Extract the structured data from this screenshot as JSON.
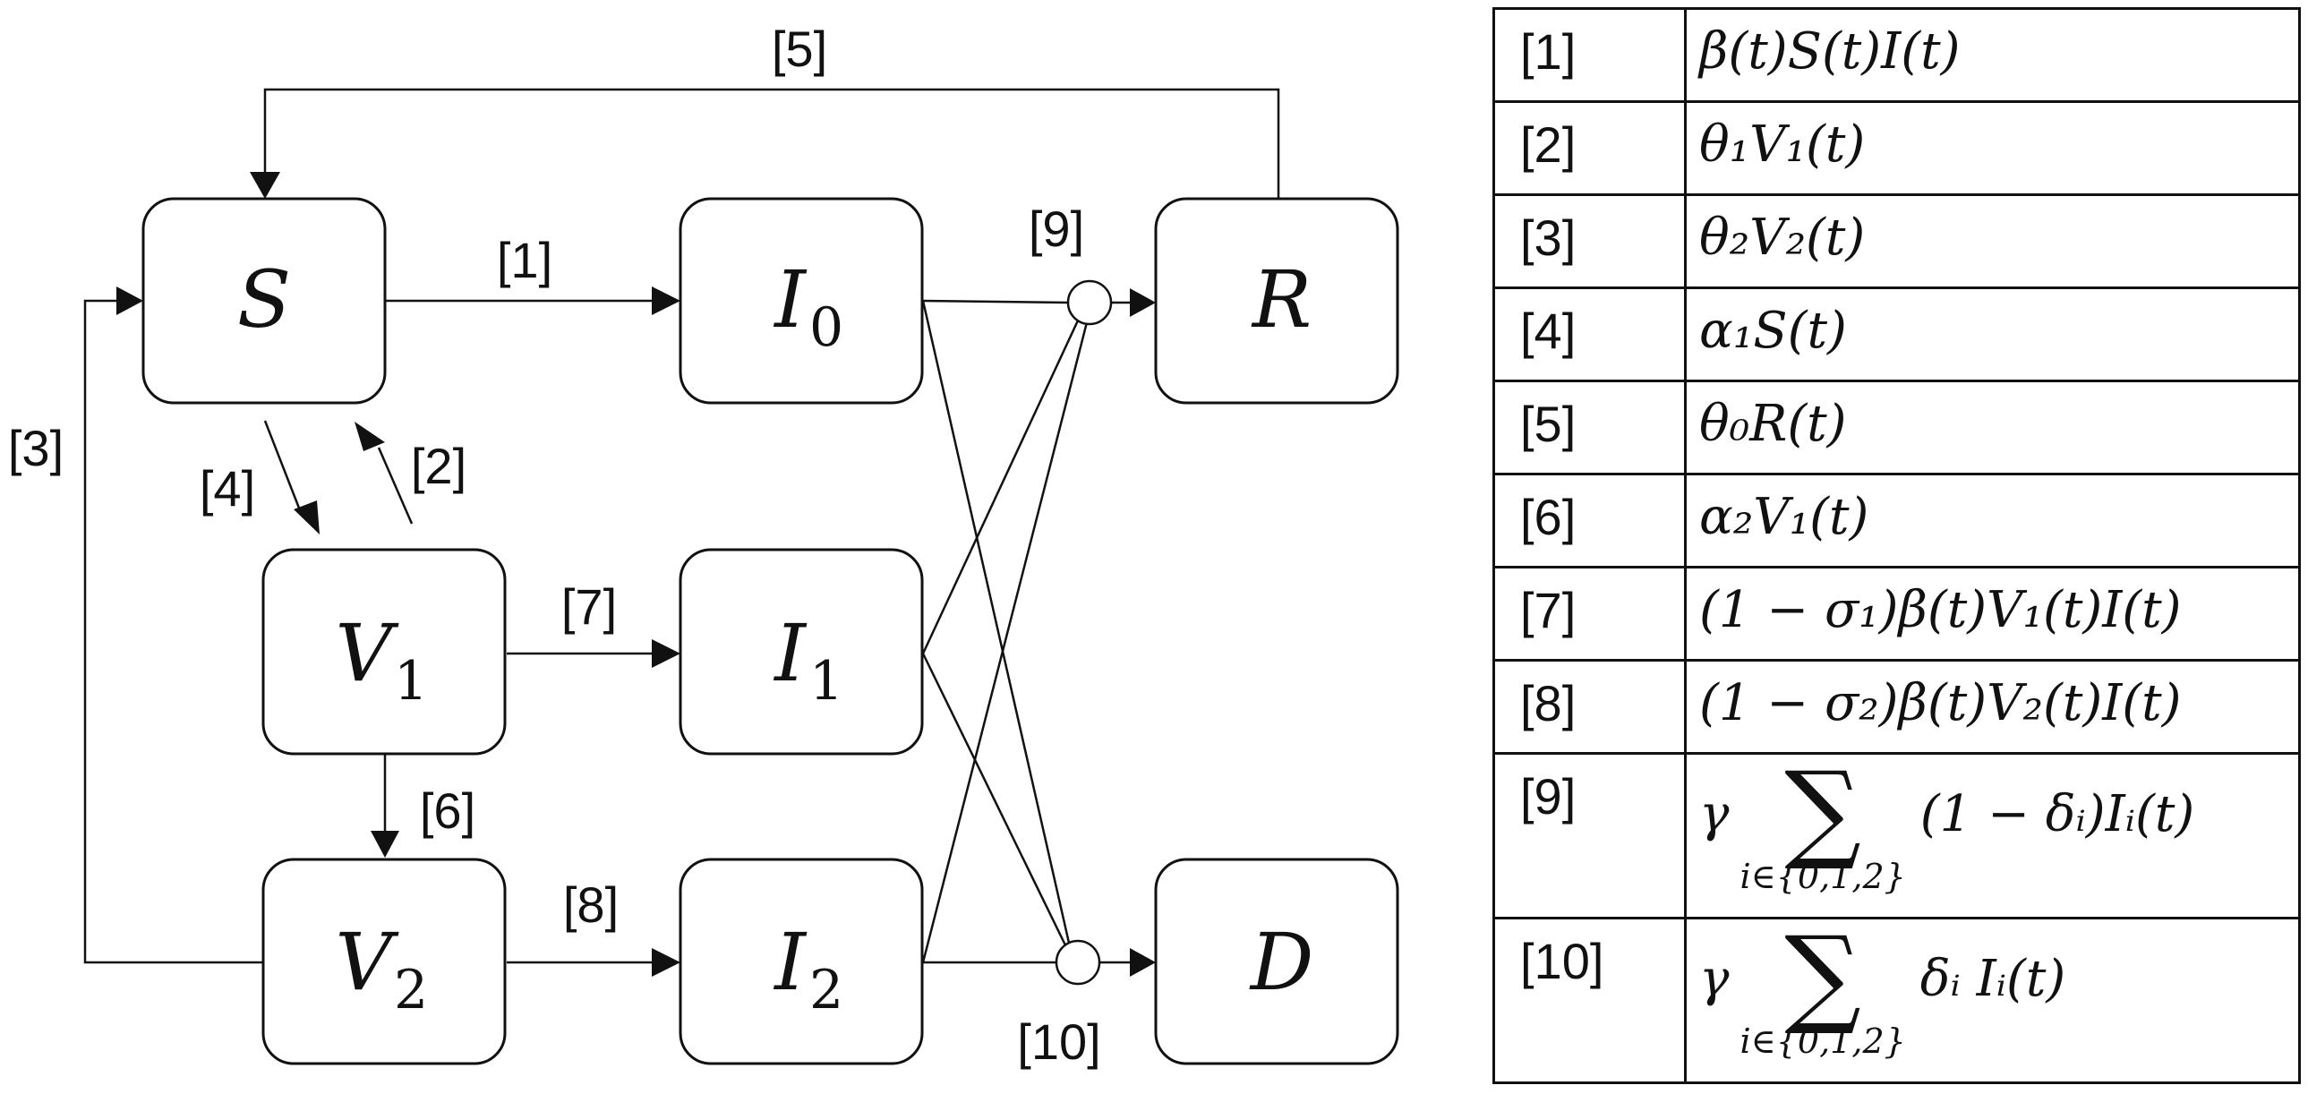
{
  "nodes": {
    "S": {
      "label": "S",
      "sub": ""
    },
    "I0": {
      "label": "I",
      "sub": "0"
    },
    "R": {
      "label": "R",
      "sub": ""
    },
    "V1": {
      "label": "V",
      "sub": "1"
    },
    "I1": {
      "label": "I",
      "sub": "1"
    },
    "V2": {
      "label": "V",
      "sub": "2"
    },
    "I2": {
      "label": "I",
      "sub": "2"
    },
    "D": {
      "label": "D",
      "sub": ""
    }
  },
  "edge_labels": {
    "e1": "[1]",
    "e2": "[2]",
    "e3": "[3]",
    "e4": "[4]",
    "e5": "[5]",
    "e6": "[6]",
    "e7": "[7]",
    "e8": "[8]",
    "e9": "[9]",
    "e10": "[10]"
  },
  "table": {
    "rows": [
      {
        "index": "[1]",
        "expr": "β(t)S(t)I(t)"
      },
      {
        "index": "[2]",
        "expr": "θ₁V₁(t)"
      },
      {
        "index": "[3]",
        "expr": "θ₂V₂(t)"
      },
      {
        "index": "[4]",
        "expr": "α₁S(t)"
      },
      {
        "index": "[5]",
        "expr": "θ₀R(t)"
      },
      {
        "index": "[6]",
        "expr": "α₂V₁(t)"
      },
      {
        "index": "[7]",
        "expr": "(1 − σ₁)β(t)V₁(t)I(t)"
      },
      {
        "index": "[8]",
        "expr": "(1 − σ₂)β(t)V₂(t)I(t)"
      }
    ],
    "sum_rows": [
      {
        "index": "[9]",
        "left": "γ",
        "sigma": "∑",
        "subscript": "i∈{0,1,2}",
        "right": "(1 − δᵢ)Iᵢ(t)"
      },
      {
        "index": "[10]",
        "left": "γ",
        "sigma": "∑",
        "subscript": "i∈{0,1,2}",
        "right": "δᵢ Iᵢ(t)"
      }
    ]
  }
}
